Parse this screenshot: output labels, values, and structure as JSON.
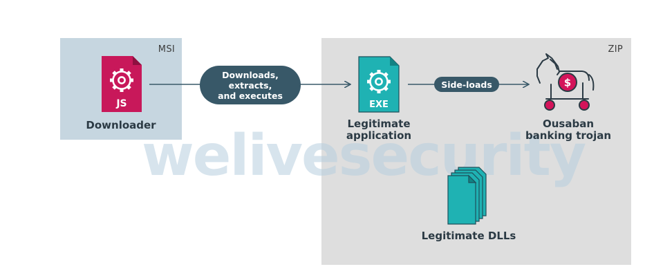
{
  "groups": {
    "msi": {
      "label": "MSI"
    },
    "zip": {
      "label": "ZIP"
    }
  },
  "watermark": "welivesecurity",
  "nodes": {
    "downloader": {
      "label": "Downloader",
      "file_type": "JS",
      "icon": "js-file-gear-icon"
    },
    "legit_app": {
      "label_line1": "Legitimate",
      "label_line2": "application",
      "file_type": "EXE",
      "icon": "exe-file-gear-icon"
    },
    "trojan": {
      "label_line1": "Ousaban",
      "label_line2": "banking trojan",
      "icon": "trojan-horse-dollar-icon"
    },
    "dlls": {
      "label": "Legitimate DLLs",
      "icon": "stacked-files-icon"
    }
  },
  "edges": {
    "download": {
      "line1": "Downloads,",
      "line2": "extracts,",
      "line3": "and executes"
    },
    "sideload": {
      "label": "Side-loads"
    }
  },
  "colors": {
    "msi_background": "#c6d6e0",
    "zip_background": "#dedede",
    "js_file": "#c8185a",
    "exe_file": "#1fb2b3",
    "pill": "#385868",
    "trojan_accent": "#d4145a",
    "watermark": "#b7cfdf"
  }
}
